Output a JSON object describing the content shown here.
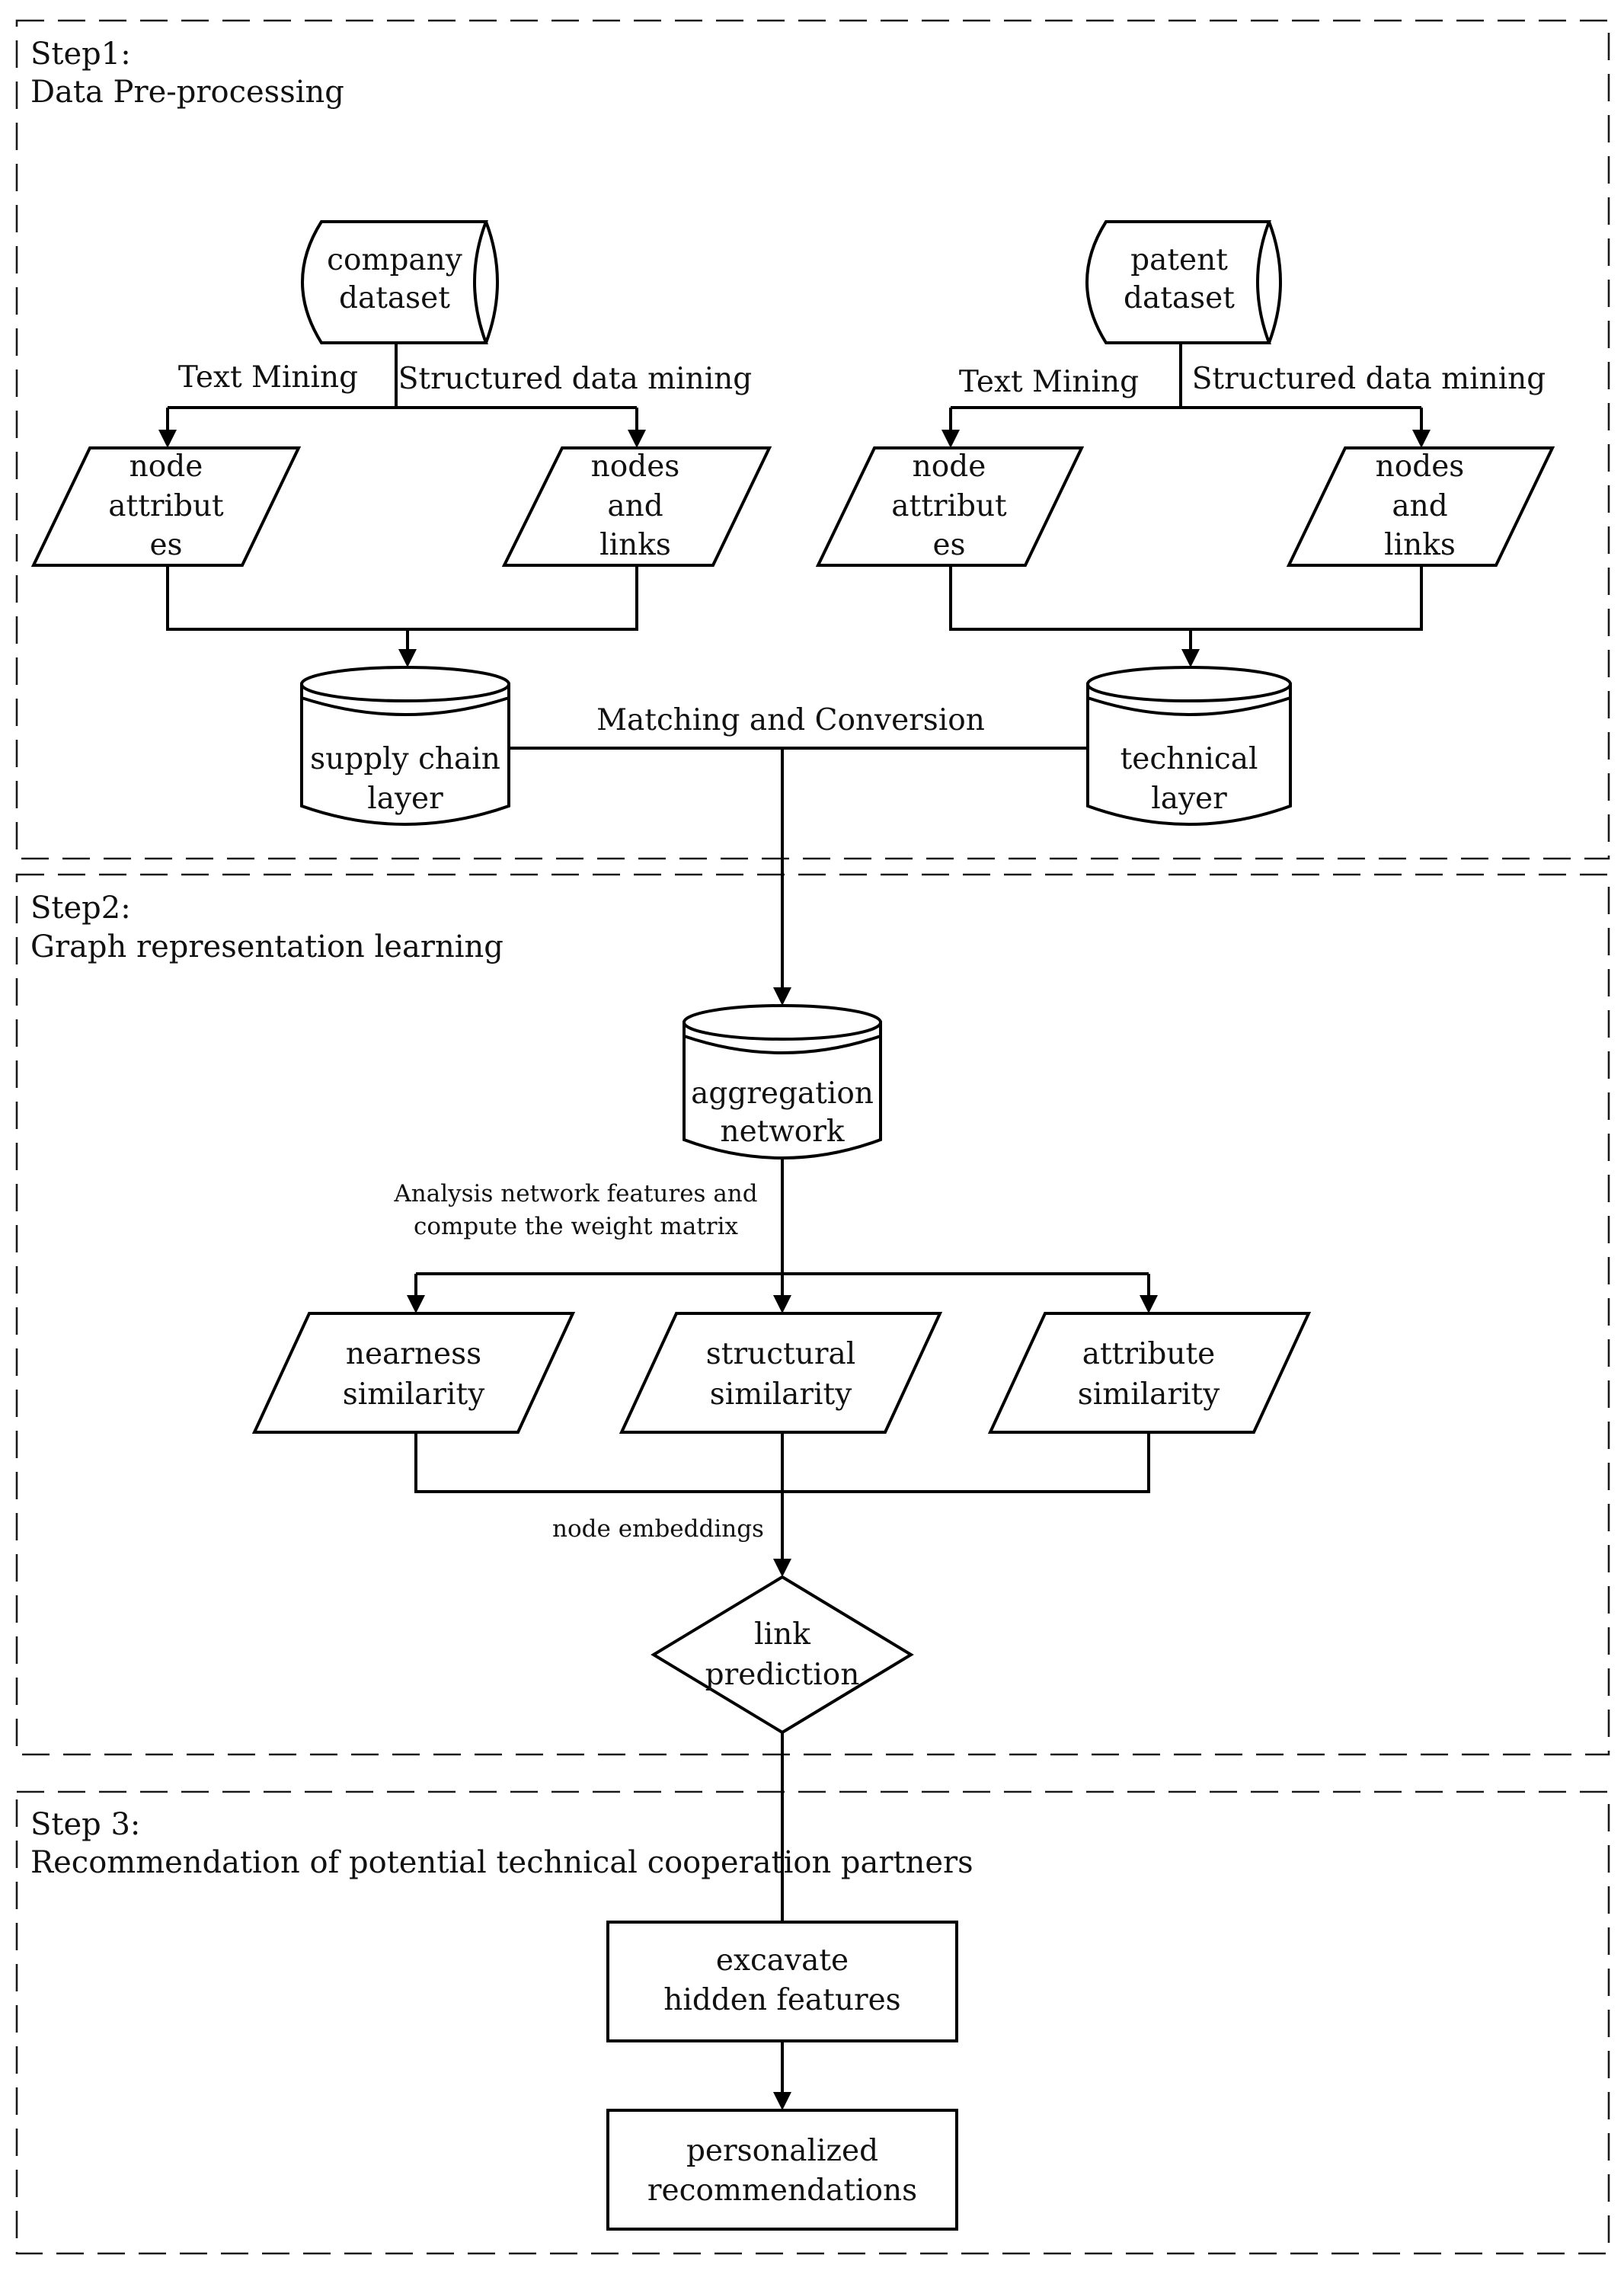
{
  "steps": {
    "step1": {
      "title": "Step1:",
      "subtitle": "Data Pre-processing"
    },
    "step2": {
      "title": "Step2:",
      "subtitle": "Graph representation learning"
    },
    "step3": {
      "title": "Step 3:",
      "subtitle": "Recommendation of potential technical cooperation partners"
    }
  },
  "nodes": {
    "company_dataset": [
      "company",
      "dataset"
    ],
    "patent_dataset": [
      "patent",
      "dataset"
    ],
    "node_attributes_left": [
      "node",
      "attribut",
      "es"
    ],
    "nodes_links_left": [
      "nodes",
      "and",
      "links"
    ],
    "node_attributes_right": [
      "node",
      "attribut",
      "es"
    ],
    "nodes_links_right": [
      "nodes",
      "and",
      "links"
    ],
    "supply_chain_layer": [
      "supply chain",
      "layer"
    ],
    "technical_layer": [
      "technical",
      "layer"
    ],
    "aggregation_network": [
      "aggregation",
      "network"
    ],
    "nearness_similarity": [
      "nearness",
      "similarity"
    ],
    "structural_similarity": [
      "structural",
      "similarity"
    ],
    "attribute_similarity": [
      "attribute",
      "similarity"
    ],
    "link_prediction": [
      "link",
      "prediction"
    ],
    "excavate_hidden_features": [
      "excavate",
      "hidden features"
    ],
    "personalized_recommendations": [
      "personalized",
      "recommendations"
    ]
  },
  "edge_labels": {
    "text_mining_left": "Text Mining",
    "structured_left": "Structured data mining",
    "text_mining_right": "Text Mining",
    "structured_right": "Structured data mining",
    "matching": "Matching and Conversion",
    "analysis": [
      "Analysis network features and",
      "compute the weight matrix"
    ],
    "node_embeddings": "node embeddings"
  }
}
